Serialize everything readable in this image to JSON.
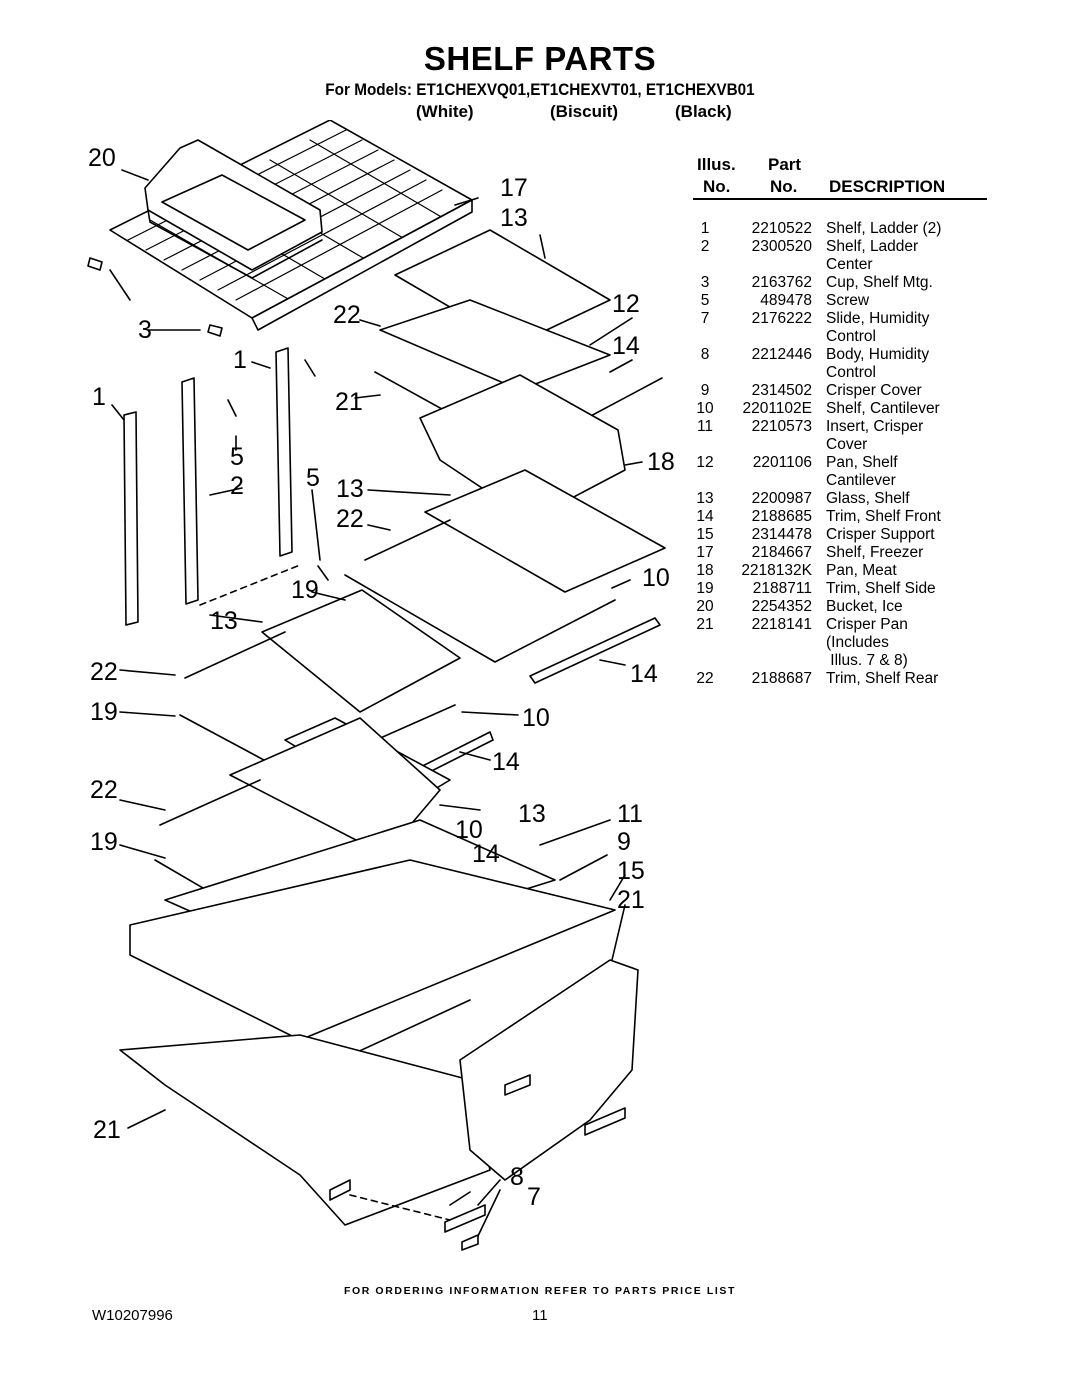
{
  "title": "SHELF PARTS",
  "models_line": "For Models: ET1CHEXVQ01,ET1CHEXVT01, ET1CHEXVB01",
  "colors": [
    "(White)",
    "(Biscuit)",
    "(Black)"
  ],
  "table": {
    "header_illus_1": "Illus.",
    "header_illus_2": "No.",
    "header_part_1": "Part",
    "header_part_2": "No.",
    "header_desc": "DESCRIPTION",
    "rows": [
      {
        "illus": "1",
        "part": "2210522",
        "desc": "Shelf, Ladder (2)"
      },
      {
        "illus": "2",
        "part": "2300520",
        "desc": "Shelf, Ladder\nCenter"
      },
      {
        "illus": "3",
        "part": "2163762",
        "desc": "Cup, Shelf Mtg."
      },
      {
        "illus": "5",
        "part": "489478",
        "desc": "Screw"
      },
      {
        "illus": "7",
        "part": "2176222",
        "desc": "Slide, Humidity\nControl"
      },
      {
        "illus": "8",
        "part": "2212446",
        "desc": "Body, Humidity\nControl"
      },
      {
        "illus": "9",
        "part": "2314502",
        "desc": "Crisper Cover"
      },
      {
        "illus": "10",
        "part": "2201102E",
        "desc": "Shelf, Cantilever"
      },
      {
        "illus": "11",
        "part": "2210573",
        "desc": "Insert, Crisper\nCover"
      },
      {
        "illus": "12",
        "part": "2201106",
        "desc": "Pan, Shelf\nCantilever"
      },
      {
        "illus": "13",
        "part": "2200987",
        "desc": "Glass, Shelf"
      },
      {
        "illus": "14",
        "part": "2188685",
        "desc": "Trim, Shelf Front"
      },
      {
        "illus": "15",
        "part": "2314478",
        "desc": "Crisper Support"
      },
      {
        "illus": "17",
        "part": "2184667",
        "desc": "Shelf, Freezer"
      },
      {
        "illus": "18",
        "part": "2218132K",
        "desc": "Pan, Meat"
      },
      {
        "illus": "19",
        "part": "2188711",
        "desc": "Trim, Shelf Side"
      },
      {
        "illus": "20",
        "part": "2254352",
        "desc": "Bucket, Ice"
      },
      {
        "illus": "21",
        "part": "2218141",
        "desc": "Crisper Pan\n(Includes\n Illus. 7 & 8)"
      },
      {
        "illus": "22",
        "part": "2188687",
        "desc": "Trim, Shelf Rear"
      }
    ]
  },
  "callouts": [
    "20",
    "17",
    "13",
    "3",
    "22",
    "12",
    "14",
    "1",
    "21",
    "1",
    "5",
    "2",
    "5",
    "18",
    "13",
    "22",
    "19",
    "10",
    "13",
    "14",
    "22",
    "19",
    "10",
    "14",
    "22",
    "13",
    "11",
    "19",
    "10",
    "9",
    "14",
    "15",
    "21",
    "21",
    "8",
    "7"
  ],
  "footer": "FOR ORDERING INFORMATION REFER TO PARTS PRICE LIST",
  "doc_number": "W10207996",
  "page_number": "11"
}
